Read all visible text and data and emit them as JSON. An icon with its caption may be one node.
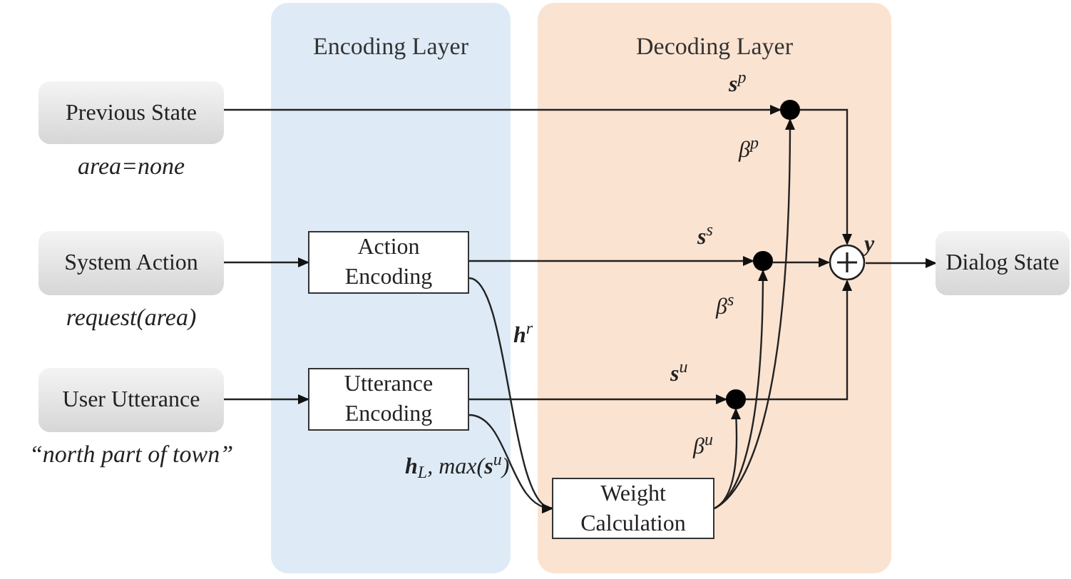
{
  "diagram": {
    "nodes": [
      {
        "text": [
          "Encoding Layer"
        ]
      },
      {
        "text": [
          "Decoding Layer"
        ]
      },
      {
        "text": [
          "Previous State"
        ],
        "beside": [
          "area=none"
        ]
      },
      {
        "text": [
          "System Action"
        ],
        "beside": [
          "request(area)"
        ]
      },
      {
        "text": [
          "User Utterance"
        ],
        "beside": [
          "“north part of town”"
        ]
      },
      {
        "text": [
          "Action Encoding"
        ],
        "in": 0
      },
      {
        "text": [
          "Utterance Encoding"
        ],
        "in": 0
      },
      {
        "text": [],
        "shape": "circle",
        "in": 1
      },
      {
        "text": [],
        "shape": "circle",
        "in": 1
      },
      {
        "text": [],
        "shape": "circle",
        "in": 1
      },
      {
        "text": [],
        "shape": "sum",
        "in": 1
      },
      {
        "text": [
          "Weight Calculation"
        ],
        "in": 1
      },
      {
        "text": [
          "Dialog State"
        ]
      }
    ],
    "edges": [
      {
        "from": 2,
        "to": 7,
        "arrow": "to",
        "label": "**s**$^{p}$"
      },
      {
        "from": 3,
        "to": 5,
        "arrow": "to"
      },
      {
        "from": 4,
        "to": 6,
        "arrow": "to"
      },
      {
        "from": 5,
        "to": 8,
        "arrow": "to",
        "label": "**s**$^{s}$"
      },
      {
        "from": 6,
        "to": 9,
        "arrow": "to",
        "label": "**s**$^{u}$"
      },
      {
        "from": 7,
        "to": 10,
        "arrow": "to"
      },
      {
        "from": 8,
        "to": 10,
        "arrow": "to"
      },
      {
        "from": 9,
        "to": 10,
        "arrow": "to"
      },
      {
        "from": 10,
        "to": 12,
        "arrow": "to",
        "label": "**y**"
      },
      {
        "from": 5,
        "to": 11,
        "arrow": "to",
        "label": "**h**$^{r}$"
      },
      {
        "from": 6,
        "to": 11,
        "arrow": "to",
        "label": "**h**$_{L}$, max(**s**$^{u}$)"
      },
      {
        "from": 11,
        "to": 7,
        "arrow": "to",
        "label": "β$^{p}$"
      },
      {
        "from": 11,
        "to": 8,
        "arrow": "to",
        "label": "β$^{s}$"
      },
      {
        "from": 11,
        "to": 9,
        "arrow": "to",
        "label": "β$^{u}$"
      }
    ]
  }
}
